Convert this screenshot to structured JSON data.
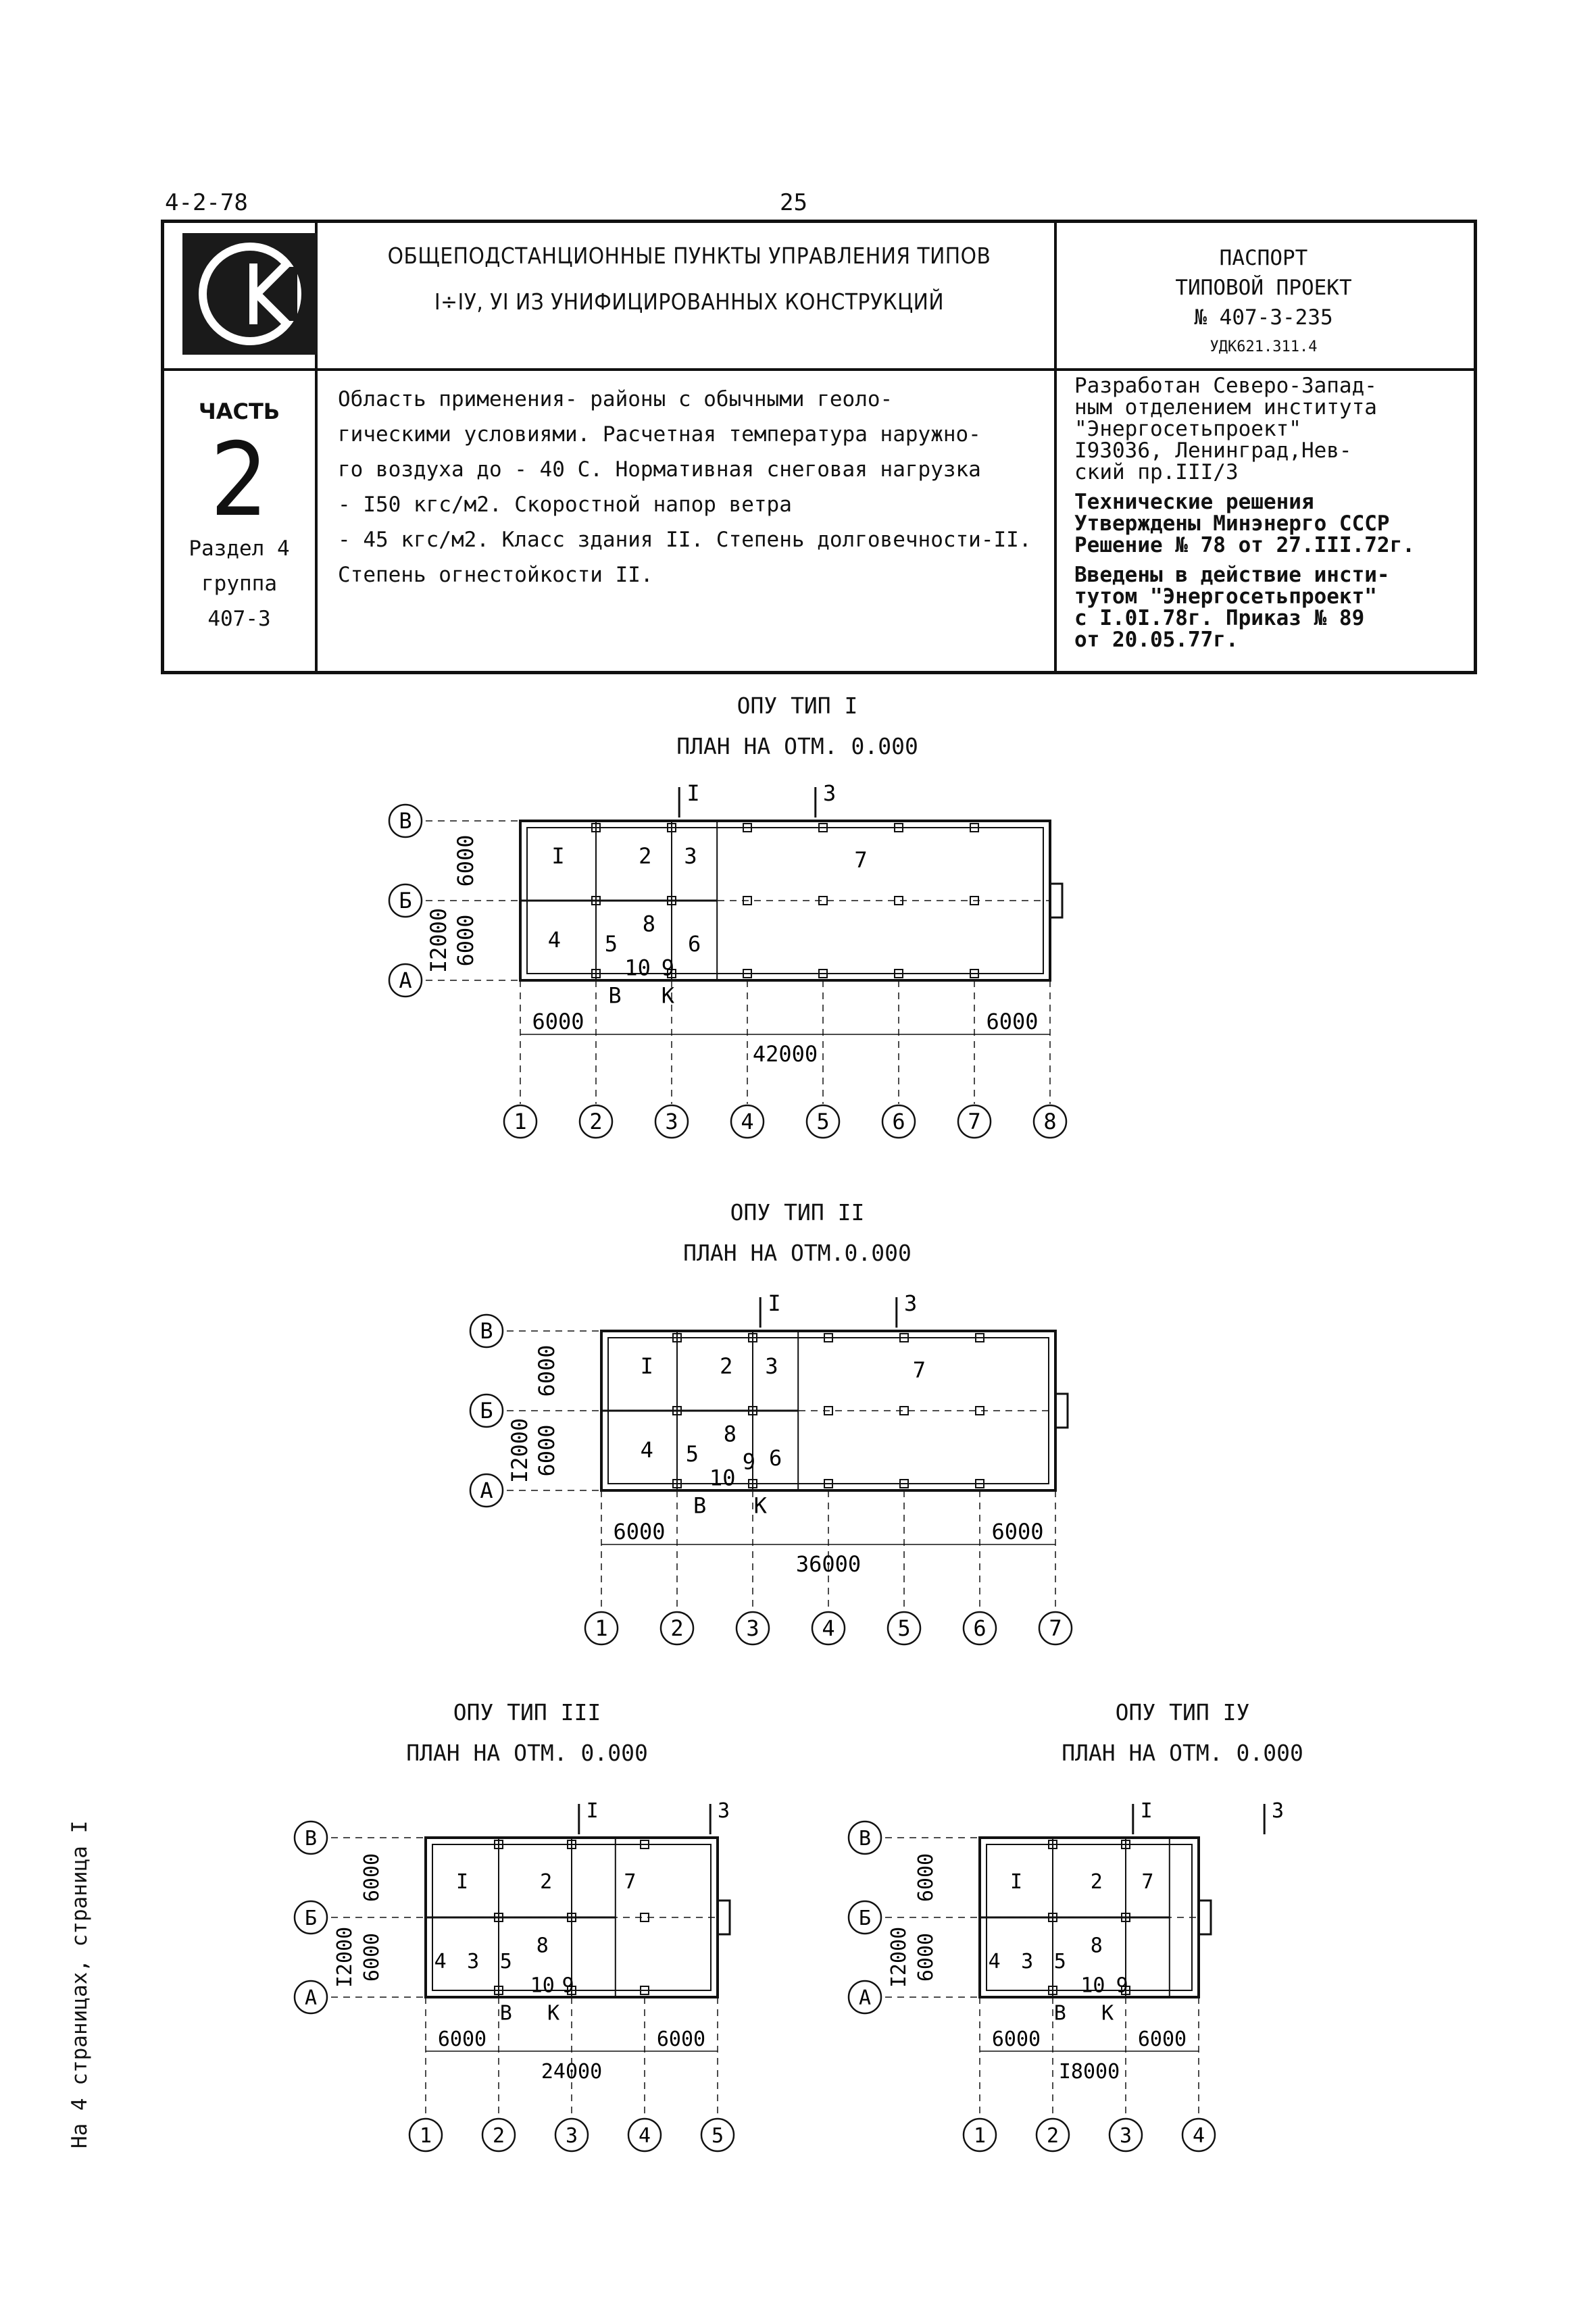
{
  "header": {
    "code": "4-2-78",
    "page": "25"
  },
  "title": {
    "line1": "ОБЩЕПОДСТАНЦИОННЫЕ ПУНКТЫ УПРАВЛЕНИЯ ТИПОВ",
    "line2": "I÷IУ, УI ИЗ УНИФИЦИРОВАННЫХ КОНСТРУКЦИЙ"
  },
  "passport": {
    "line1": "ПАСПОРТ",
    "line2": "ТИПОВОЙ ПРОЕКТ",
    "line3": "№ 407-3-235",
    "udk": "УДК621.311.4"
  },
  "part": {
    "label": "ЧАСТЬ",
    "number": "2",
    "section": "Раздел 4",
    "group": "группа",
    "group_code": "407-3"
  },
  "scope_text": "        Область применения- районы с обычными геоло-\nгическими условиями. Расчетная температура наружно-\nго воздуха до - 40 С. Нормативная снеговая нагрузка\n- I50 кгс/м2. Скоростной напор ветра\n- 45 кгс/м2. Класс здания II. Степень долговечности-II.\nСтепень огнестойкости II.",
  "developer": {
    "text": "Разработан Северо-Запад-\nным отделением института\n\"Энергосетьпроект\"\nI93036, Ленинград,Нев-\nский пр.III/3",
    "approved": "Технические решения\nУтверждены Минэнерго СССР\nРешение № 78 от 27.III.72г.",
    "introduced": "Введены в действие инсти-\nтутом \"Энергосетьпроект\"\nс I.0I.78г. Приказ № 89\nот 20.05.77г."
  },
  "plans": [
    {
      "name": "ОПУ ТИП I",
      "subtitle": "ПЛАН НА ОТМ. 0.000",
      "rooms": [
        "I",
        "2",
        "3",
        "7",
        "4",
        "5",
        "8",
        "6",
        "10",
        "9",
        "В",
        "К"
      ],
      "dims": {
        "left": "6000",
        "total": "42000",
        "right": "6000",
        "v1": "6000",
        "v2": "6000",
        "vt": "I2000"
      },
      "axes_h": [
        "В",
        "Б",
        "А"
      ],
      "axes_v": [
        "1",
        "2",
        "3",
        "4",
        "5",
        "6",
        "7",
        "8"
      ],
      "section": "I",
      "section2": "3"
    },
    {
      "name": "ОПУ ТИП II",
      "subtitle": "ПЛАН НА ОТМ.0.000",
      "rooms": [
        "I",
        "2",
        "3",
        "7",
        "4",
        "5",
        "8",
        "9",
        "6",
        "10",
        "В",
        "К"
      ],
      "dims": {
        "left": "6000",
        "total": "36000",
        "right": "6000",
        "v1": "6000",
        "v2": "6000",
        "vt": "I2000"
      },
      "axes_h": [
        "В",
        "Б",
        "А"
      ],
      "axes_v": [
        "1",
        "2",
        "3",
        "4",
        "5",
        "6",
        "7"
      ],
      "section": "I",
      "section2": "3"
    },
    {
      "name": "ОПУ ТИП III",
      "subtitle": "ПЛАН НА ОТМ. 0.000",
      "rooms": [
        "I",
        "2",
        "7",
        "4",
        "3",
        "5",
        "8",
        "10",
        "9",
        "В",
        "К"
      ],
      "dims": {
        "left": "6000",
        "total": "24000",
        "right": "6000",
        "v1": "6000",
        "v2": "6000",
        "vt": "I2000"
      },
      "axes_h": [
        "В",
        "Б",
        "А"
      ],
      "axes_v": [
        "1",
        "2",
        "3",
        "4",
        "5"
      ],
      "section": "I",
      "section2": "3"
    },
    {
      "name": "ОПУ ТИП IУ",
      "subtitle": "ПЛАН НА ОТМ. 0.000",
      "rooms": [
        "I",
        "2",
        "7",
        "4",
        "3",
        "5",
        "8",
        "10",
        "9",
        "В",
        "К"
      ],
      "dims": {
        "left": "6000",
        "total": "I8000",
        "right": "6000",
        "v1": "6000",
        "v2": "6000",
        "vt": "I2000"
      },
      "axes_h": [
        "В",
        "Б",
        "А"
      ],
      "axes_v": [
        "1",
        "2",
        "3",
        "4"
      ],
      "section": "I",
      "section2": "3"
    }
  ],
  "side_note": "На 4 страницах, страница I"
}
